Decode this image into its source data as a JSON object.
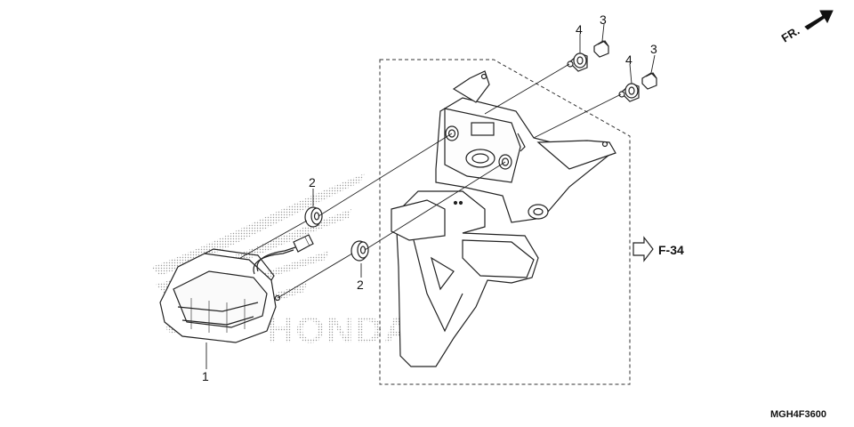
{
  "diagram": {
    "orientation_label": "FR.",
    "watermark_text": "HONDA",
    "reference_label": "F-34",
    "drawing_code": "MGH4F3600",
    "part_labels": [
      {
        "key": "tail-light",
        "number": "1"
      },
      {
        "key": "grommet-upper",
        "number": "2"
      },
      {
        "key": "grommet-lower",
        "number": "2"
      },
      {
        "key": "bolt-left",
        "number": "3"
      },
      {
        "key": "bolt-right",
        "number": "3"
      },
      {
        "key": "collar-left",
        "number": "4"
      },
      {
        "key": "collar-right",
        "number": "4"
      }
    ]
  },
  "colors": {
    "line": "#222222",
    "watermark": "#cfcfcf"
  }
}
